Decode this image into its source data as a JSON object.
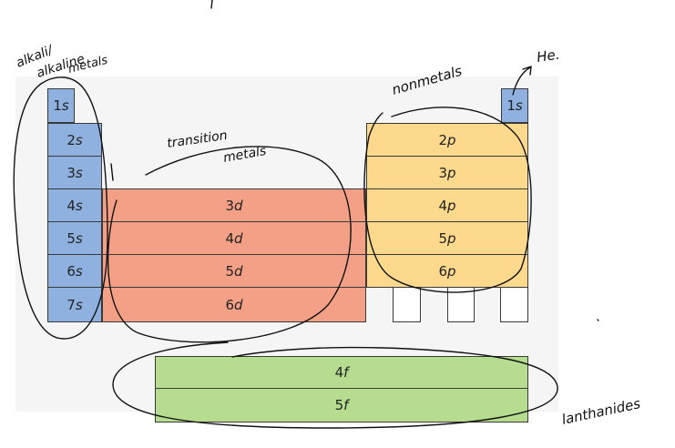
{
  "s_block": [
    {
      "n": "1",
      "o": "s"
    },
    {
      "n": "2",
      "o": "s"
    },
    {
      "n": "3",
      "o": "s"
    },
    {
      "n": "4",
      "o": "s"
    },
    {
      "n": "5",
      "o": "s"
    },
    {
      "n": "6",
      "o": "s"
    },
    {
      "n": "7",
      "o": "s"
    }
  ],
  "helium_cell": {
    "n": "1",
    "o": "s"
  },
  "d_block": [
    {
      "n": "3",
      "o": "d"
    },
    {
      "n": "4",
      "o": "d"
    },
    {
      "n": "5",
      "o": "d"
    },
    {
      "n": "6",
      "o": "d"
    }
  ],
  "p_block": [
    {
      "n": "2",
      "o": "p"
    },
    {
      "n": "3",
      "o": "p"
    },
    {
      "n": "4",
      "o": "p"
    },
    {
      "n": "5",
      "o": "p"
    },
    {
      "n": "6",
      "o": "p"
    }
  ],
  "f_block": [
    {
      "n": "4",
      "o": "f"
    },
    {
      "n": "5",
      "o": "f"
    }
  ],
  "annotations": {
    "alkali_line1": "alkali/",
    "alkali_line2": "alkaline",
    "alkali_line3": "metals",
    "transition_line1": "transition",
    "transition_line2": "metals",
    "nonmetals": "nonmetals",
    "helium": "He.",
    "lanthanides": "lanthanides"
  },
  "colors": {
    "s_block": "#8fb1df",
    "d_block": "#f4a086",
    "p_block": "#fcd98d",
    "f_block": "#b5dc8f"
  }
}
